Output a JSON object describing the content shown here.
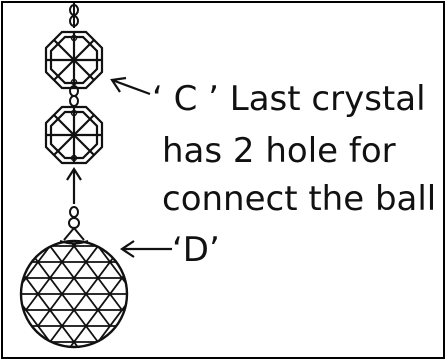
{
  "labels": {
    "c_line1": "‘ C ’ Last crystal",
    "c_line2": "has 2 hole for",
    "c_line3": "connect the ball",
    "d": "‘D’"
  }
}
